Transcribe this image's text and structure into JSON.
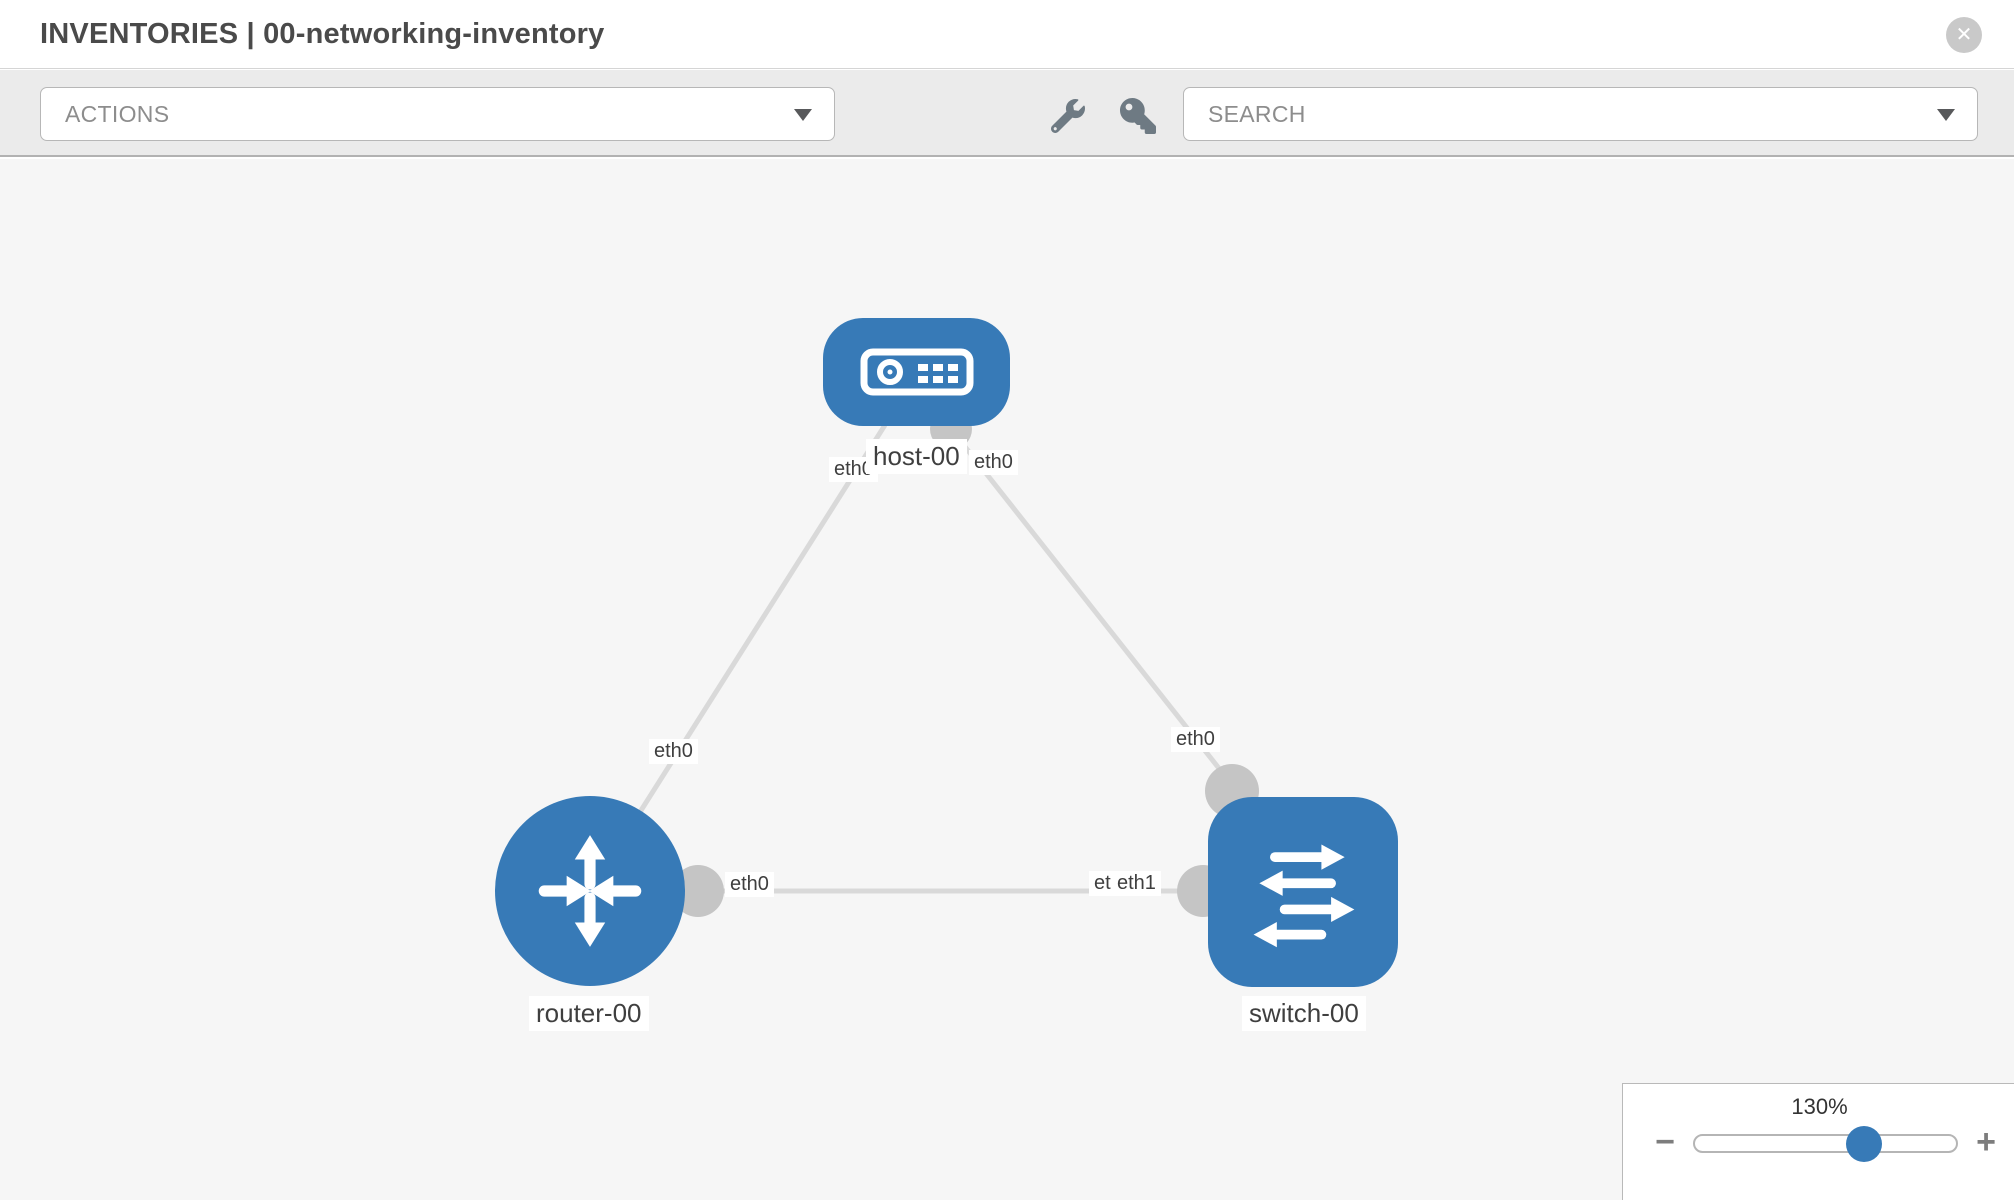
{
  "header": {
    "title": "INVENTORIES | 00-networking-inventory",
    "close_glyph": "✕"
  },
  "toolbar": {
    "actions_label": "ACTIONS",
    "search_placeholder": "SEARCH",
    "icons": [
      "wrench-icon",
      "key-icon",
      "caret-down-icon"
    ]
  },
  "canvas": {
    "nodes": [
      {
        "id": "host-00",
        "type": "host",
        "label": "host-00"
      },
      {
        "id": "router-00",
        "type": "router",
        "label": "router-00"
      },
      {
        "id": "switch-00",
        "type": "switch",
        "label": "switch-00"
      }
    ],
    "links": [
      {
        "from": "router-00",
        "to": "host-00",
        "from_interface": "eth0",
        "to_interface": "eth0"
      },
      {
        "from": "host-00",
        "to": "switch-00",
        "from_interface": "eth0",
        "to_interface": "eth0"
      },
      {
        "from": "router-00",
        "to": "switch-00",
        "from_interface": "eth0",
        "to_interface": "eth1"
      }
    ],
    "labels": {
      "host": "host-00",
      "router": "router-00",
      "switch": "switch-00",
      "host_if_left": "eth0",
      "host_if_right": "eth0",
      "router_if_top": "eth0",
      "switch_if_top": "eth0",
      "router_if_right": "eth0",
      "switch_if_left_under": "eth0",
      "switch_if_left_over": "eth1"
    },
    "colors": {
      "node_blue": "#377ab7",
      "link_gray": "#d9d9d9",
      "interface_gray": "#c5c5c5",
      "background": "#f6f6f6"
    }
  },
  "zoom_panel": {
    "level": "130%",
    "minus_glyph": "−",
    "plus_glyph": "+",
    "slider_position_pct": 64
  }
}
